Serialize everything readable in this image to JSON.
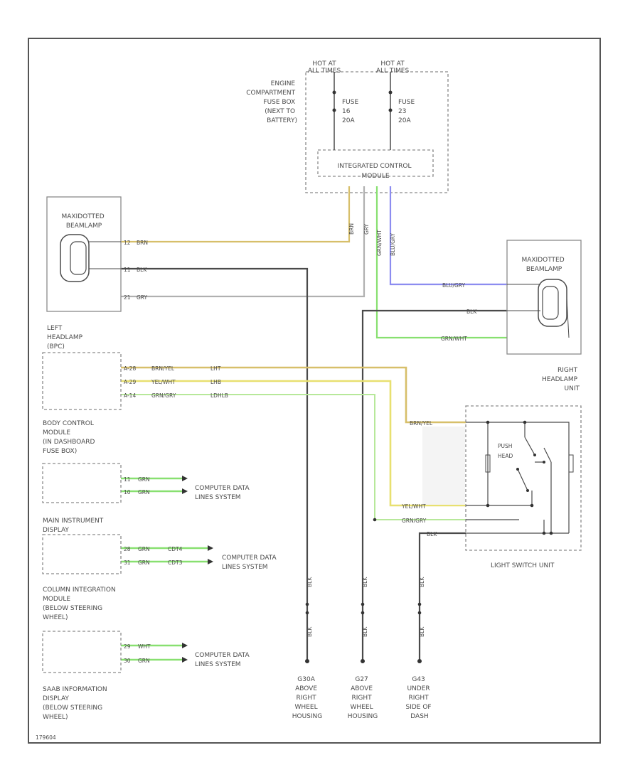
{
  "colors": {
    "frame": "#555555",
    "yellow": "#e8e070",
    "tan": "#d7bf6a",
    "green": "#88e070",
    "blue": "#8c8cf0",
    "black": "#4a4a4a",
    "gray": "#b0b0b0"
  },
  "fuse_box": {
    "hot_left": [
      "HOT AT",
      "ALL TIMES"
    ],
    "hot_right": [
      "HOT AT",
      "ALL TIMES"
    ],
    "name": [
      "ENGINE",
      "COMPARTMENT",
      "FUSE BOX",
      "(NEXT TO",
      "BATTERY)"
    ],
    "fuse1": [
      "FUSE",
      "16",
      "20A"
    ],
    "fuse2": [
      "FUSE",
      "23",
      "20A"
    ],
    "icu": [
      "INTEGRATED CONTROL",
      "MODULE"
    ]
  },
  "left_headlamp": {
    "title": [
      "MAXIDOTTED",
      "BEAMLAMP"
    ],
    "pins": [
      {
        "label": "12",
        "wire": "BRN"
      },
      {
        "label": "11",
        "wire": "BLK"
      },
      {
        "label": "21",
        "wire": "GRY"
      }
    ],
    "name": [
      "LEFT",
      "HEADLAMP",
      "(BPC)"
    ]
  },
  "right_headlamp": {
    "title": [
      "MAXIDOTTED",
      "BEAMLAMP"
    ],
    "wires": [
      "BLU/GRY",
      "BLK",
      "GRN/WHT"
    ],
    "name": [
      "RIGHT",
      "HEADLAMP",
      "UNIT"
    ]
  },
  "fusebox_wires": [
    "BRN",
    "GRY",
    "GRN/WHT",
    "BLU/GRY"
  ],
  "bcm": {
    "name": [
      "BODY CONTROL",
      "MODULE",
      "(IN DASHBOARD",
      "FUSE BOX)"
    ],
    "rows": [
      {
        "pin": "A-28",
        "wire": "BRN/YEL",
        "sig": "LHT"
      },
      {
        "pin": "A-29",
        "wire": "YEL/WHT",
        "sig": "LHB"
      },
      {
        "pin": "A-14",
        "wire": "GRN/GRY",
        "sig": "LDHLB"
      }
    ]
  },
  "light_switch": {
    "wires": [
      "BRN/YEL",
      "YEL/WHT",
      "GRN/GRY",
      "BLK"
    ],
    "switch": [
      "PUSH",
      "HEAD"
    ],
    "name": "LIGHT SWITCH UNIT"
  },
  "modules": [
    {
      "pins": [
        "11",
        "10"
      ],
      "wires": [
        "GRN",
        "GRN"
      ],
      "extra": [
        "",
        ""
      ],
      "dest": [
        "COMPUTER DATA",
        "LINES SYSTEM"
      ]
    },
    {
      "pins": [
        "28",
        "31"
      ],
      "wires": [
        "GRN",
        "GRN"
      ],
      "extra": [
        "CDT4",
        "CDT3"
      ],
      "dest": [
        "COMPUTER DATA",
        "LINES SYSTEM"
      ]
    },
    {
      "pins": [
        "29",
        "30"
      ],
      "wires": [
        "WHT",
        "GRN"
      ],
      "extra": [
        "",
        ""
      ],
      "dest": [
        "COMPUTER DATA",
        "LINES SYSTEM"
      ]
    }
  ],
  "module_names": [
    [
      "MAIN INSTRUMENT",
      "DISPLAY"
    ],
    [
      "COLUMN INTEGRATION",
      "MODULE",
      "(BELOW STEERING",
      "WHEEL)"
    ],
    [
      "SAAB INFORMATION",
      "DISPLAY",
      "(BELOW STEERING",
      "WHEEL)"
    ]
  ],
  "grounds": [
    {
      "wire": "BLK",
      "name": [
        "G30A",
        "ABOVE",
        "RIGHT",
        "WHEEL",
        "HOUSING"
      ]
    },
    {
      "wire": "BLK",
      "name": [
        "G27",
        "ABOVE",
        "RIGHT",
        "WHEEL",
        "HOUSING"
      ]
    },
    {
      "wire": "BLK",
      "name": [
        "G43",
        "UNDER",
        "RIGHT",
        "SIDE OF",
        "DASH"
      ]
    }
  ],
  "figure_id": "179604"
}
